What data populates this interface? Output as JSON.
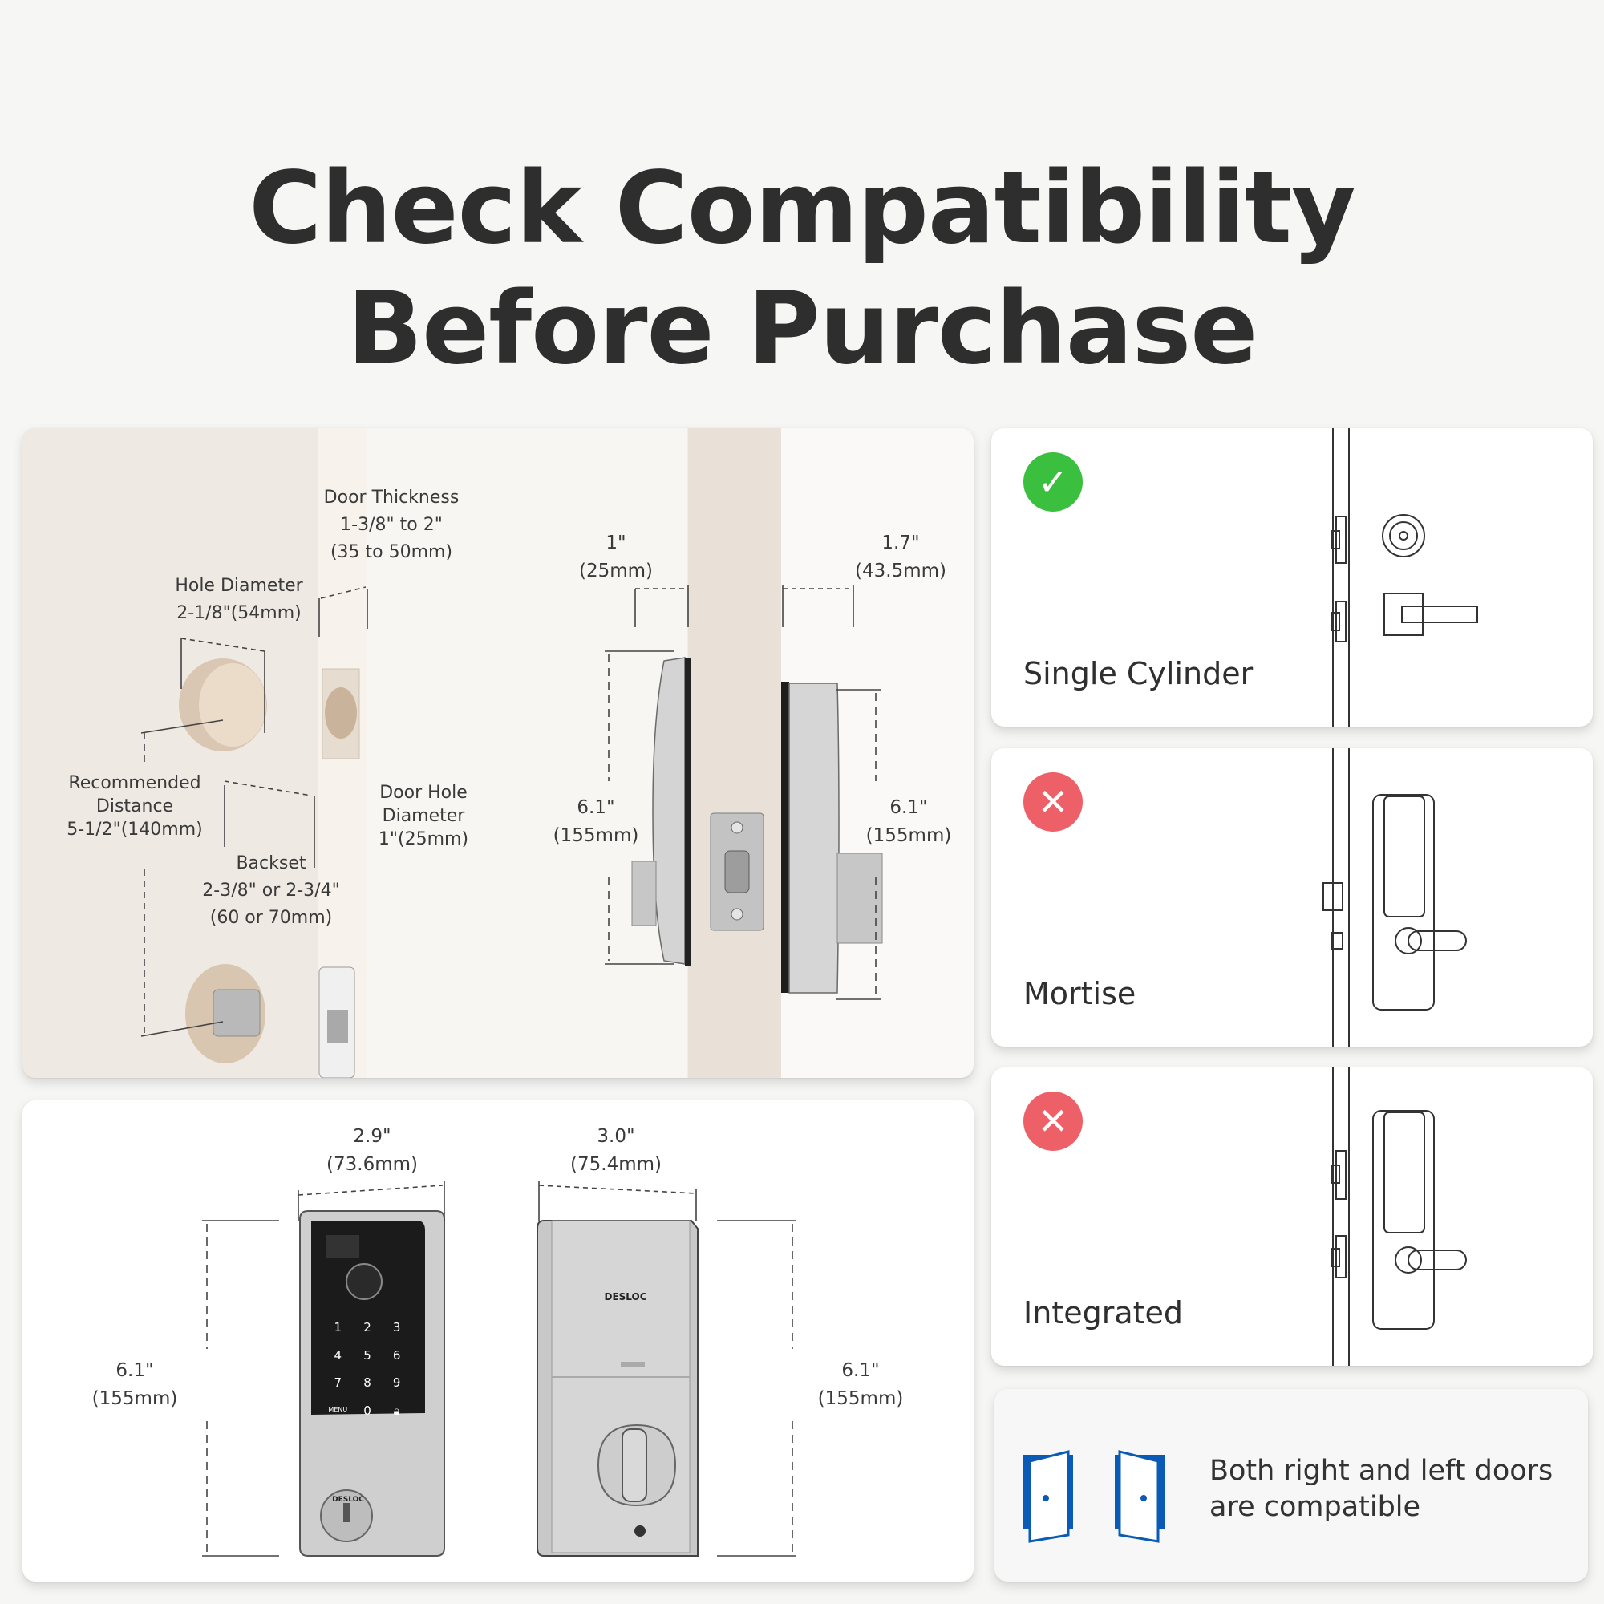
{
  "title": {
    "line1": "Check Compatibility",
    "line2": "Before Purchase"
  },
  "install_panel": {
    "door_thickness": {
      "label": "Door Thickness",
      "value": "1-3/8\" to 2\"",
      "metric": "(35 to 50mm)"
    },
    "hole_diameter": {
      "label": "Hole Diameter",
      "value": "2-1/8\"(54mm)"
    },
    "recommended_distance": {
      "line1": "Recommended",
      "line2": "Distance",
      "value": "5-1/2\"(140mm)"
    },
    "door_hole_diameter": {
      "line1": "Door Hole",
      "line2": "Diameter",
      "value": "1\"(25mm)"
    },
    "backset": {
      "label": "Backset",
      "value": "2-3/8\" or 2-3/4\"",
      "metric": "(60 or 70mm)"
    },
    "front_depth": {
      "value": "1\"",
      "metric": "(25mm)"
    },
    "back_depth": {
      "value": "1.7\"",
      "metric": "(43.5mm)"
    },
    "front_height": {
      "value": "6.1\"",
      "metric": "(155mm)"
    },
    "back_height": {
      "value": "6.1\"",
      "metric": "(155mm)"
    }
  },
  "lock_panel": {
    "front_width": {
      "value": "2.9\"",
      "metric": "(73.6mm)"
    },
    "back_width": {
      "value": "3.0\"",
      "metric": "(75.4mm)"
    },
    "front_height": {
      "value": "6.1\"",
      "metric": "(155mm)"
    },
    "back_height": {
      "value": "6.1\"",
      "metric": "(155mm)"
    },
    "brand": "DESLOC",
    "keypad": [
      "1",
      "2",
      "3",
      "4",
      "5",
      "6",
      "7",
      "8",
      "9",
      "MENU",
      "0"
    ]
  },
  "compat": [
    {
      "label": "Single Cylinder",
      "status": "compatible",
      "icon": "check-icon"
    },
    {
      "label": "Mortise",
      "status": "incompatible",
      "icon": "cross-icon"
    },
    {
      "label": "Integrated",
      "status": "incompatible",
      "icon": "cross-icon"
    }
  ],
  "doors_note": {
    "line1": "Both right and left doors",
    "line2": "are compatible"
  },
  "colors": {
    "check": "#3bbf3f",
    "cross": "#ee6068",
    "door_blue": "#0a5bb5",
    "background": "#f6f6f4"
  }
}
